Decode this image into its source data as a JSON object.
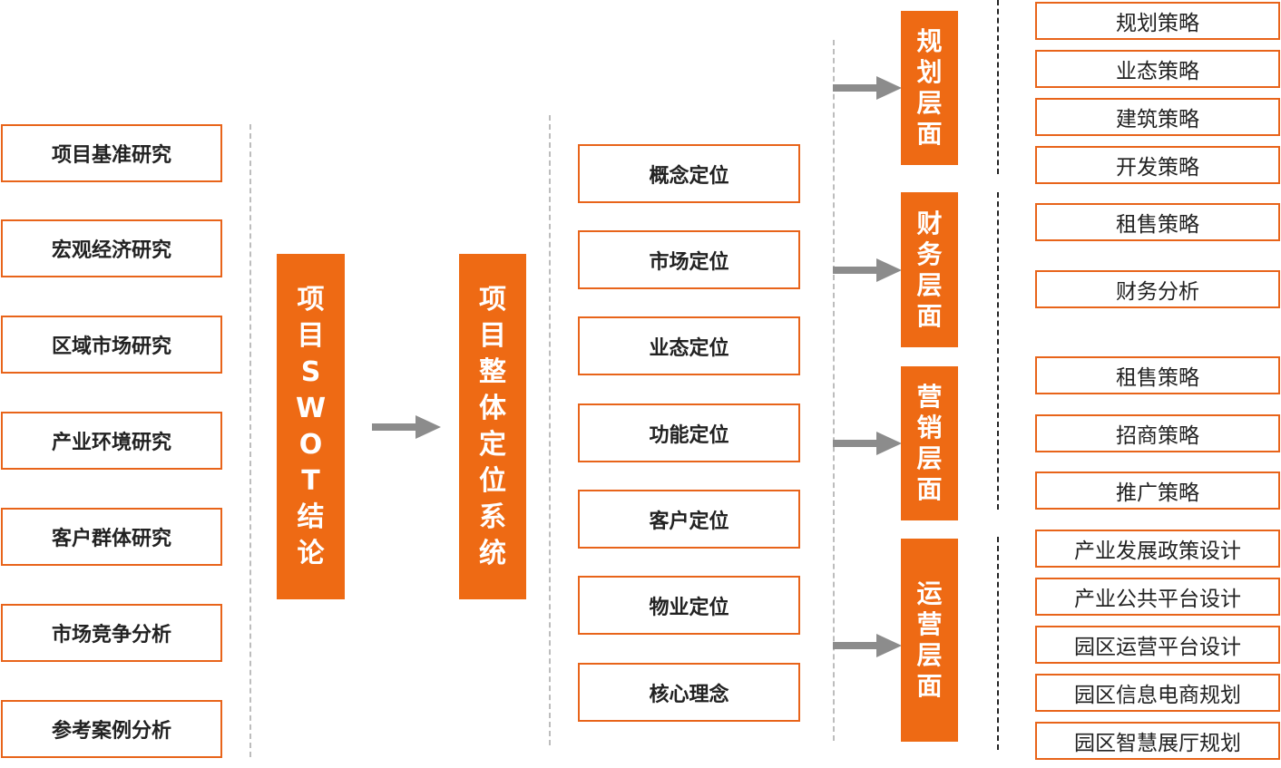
{
  "research_items": [
    "项目基准研究",
    "宏观经济研究",
    "区域市场研究",
    "产业环境研究",
    "客户群体研究",
    "市场竞争分析",
    "参考案例分析"
  ],
  "swot_label": "项目SWOT结论",
  "system_label": "项目整体定位系统",
  "positioning_items": [
    "概念定位",
    "市场定位",
    "业态定位",
    "功能定位",
    "客户定位",
    "物业定位",
    "核心理念"
  ],
  "layers": [
    {
      "name": "规划层面",
      "items": [
        "规划策略",
        "业态策略",
        "建筑策略",
        "开发策略"
      ]
    },
    {
      "name": "财务层面",
      "items": [
        "租售策略",
        "财务分析"
      ]
    },
    {
      "name": "营销层面",
      "items": [
        "租售策略",
        "招商策略",
        "推广策略"
      ]
    },
    {
      "name": "运营层面",
      "items": [
        "产业发展政策设计",
        "产业公共平台设计",
        "园区运营平台设计",
        "园区信息电商规划",
        "园区智慧展厅规划"
      ]
    }
  ],
  "colors": {
    "accent": "#ee6a14",
    "border": "#e8641a",
    "arrow": "#8c8c8c",
    "divider": "#bdbdbd"
  }
}
